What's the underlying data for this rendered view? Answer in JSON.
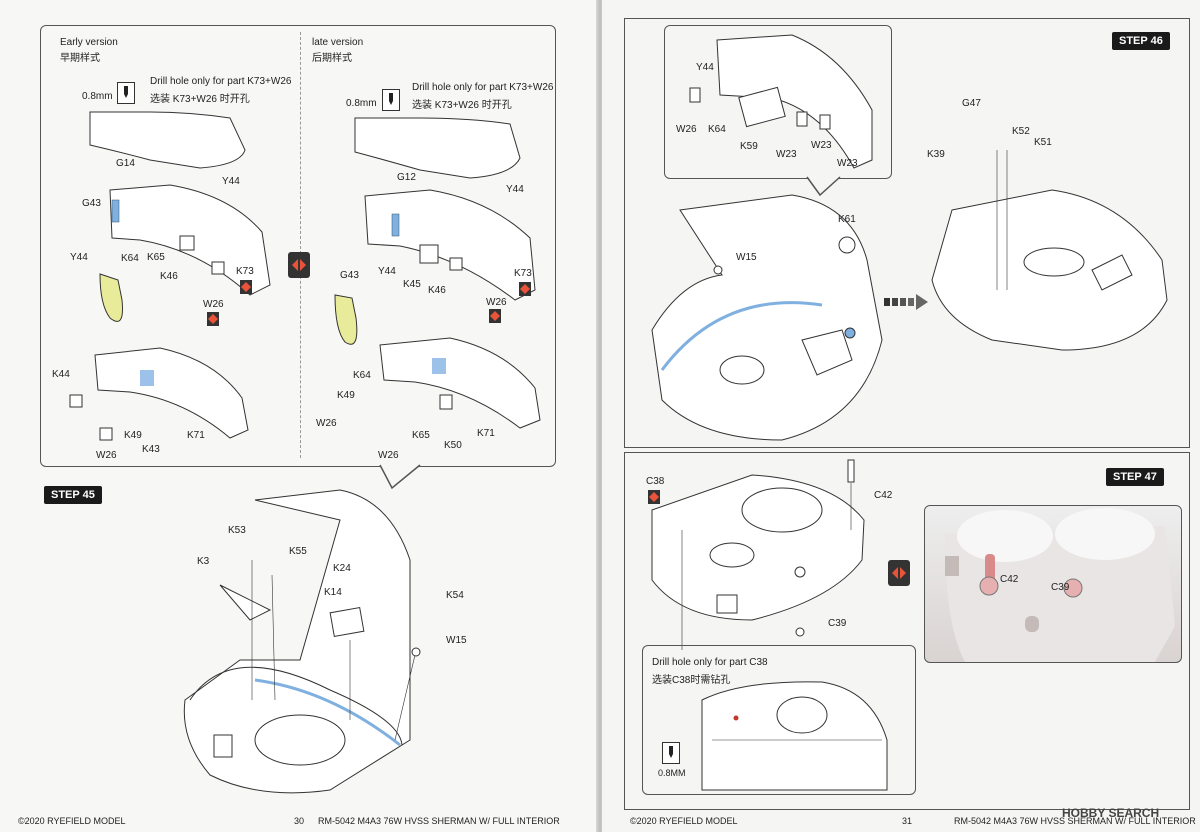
{
  "left": {
    "inset": {
      "early_label": "Early version",
      "early_label_cn": "早期样式",
      "late_label": "late version",
      "late_label_cn": "后期样式",
      "drill_note_left": "Drill hole only for part K73+W26",
      "drill_note_left_cn": "选装 K73+W26 时开孔",
      "drill_note_right": "Drill hole only for part K73+W26",
      "drill_note_right_cn": "选装 K73+W26 时开孔",
      "drill_size_left": "0.8mm",
      "drill_size_right": "0.8mm",
      "parts_early": [
        "G14",
        "Y44",
        "G43",
        "K64",
        "K65",
        "K46",
        "K73",
        "Y44",
        "W26",
        "K44",
        "K49",
        "W26",
        "K43",
        "K71"
      ],
      "parts_late": [
        "G12",
        "Y44",
        "G43",
        "Y44",
        "K45",
        "K46",
        "K73",
        "W26",
        "K64",
        "K49",
        "W26",
        "K65",
        "K50",
        "K71",
        "W26"
      ]
    },
    "step_label": "STEP 45",
    "step_parts": [
      "K53",
      "K55",
      "K3",
      "K24",
      "K14",
      "K54",
      "W15"
    ],
    "footer_left": "©2020 RYEFIELD MODEL",
    "footer_page": "30",
    "footer_right": "RM-5042  M4A3 76W HVSS SHERMAN W/ FULL INTERIOR"
  },
  "right": {
    "step46_label": "STEP 46",
    "step46_inset_parts": [
      "Y44",
      "W26",
      "K64",
      "K59",
      "W23",
      "W23",
      "W23"
    ],
    "step46_parts": [
      "K61",
      "W15",
      "G47",
      "K52",
      "K39",
      "K51"
    ],
    "step47_label": "STEP 47",
    "step47_parts": [
      "C38",
      "C42",
      "C39"
    ],
    "photo_labels": [
      "C42",
      "C39"
    ],
    "drill_note": "Drill hole only for part C38",
    "drill_note_cn": "选装C38时需钻孔",
    "drill_size": "0.8MM",
    "footer_left": "©2020 RYEFIELD MODEL",
    "footer_page": "31",
    "footer_right": "RM-5042  M4A3 76W HVSS SHERMAN W/ FULL INTERIOR",
    "watermark": "HOBBY SEARCH"
  }
}
